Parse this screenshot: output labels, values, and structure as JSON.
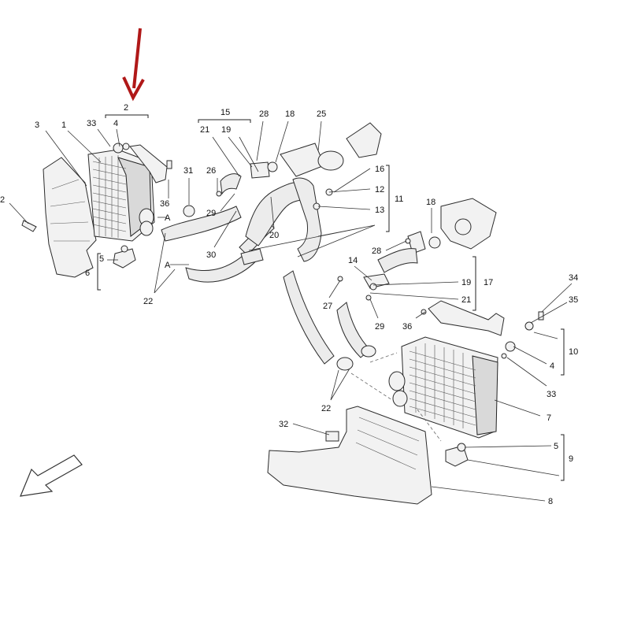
{
  "callouts": {
    "c2_top": "2",
    "c3": "3",
    "c1": "1",
    "c33_l": "33",
    "c4_l": "4",
    "c2_left": "2",
    "c36_l": "36",
    "cA1": "A",
    "cA2": "A",
    "c5_l": "5",
    "c6": "6",
    "c22_l": "22",
    "c15": "15",
    "c28_t": "28",
    "c18_t": "18",
    "c25": "25",
    "c21_t": "21",
    "c19_t": "19",
    "c31": "31",
    "c26": "26",
    "c29_t": "29",
    "c30": "30",
    "c20": "20",
    "c16": "16",
    "c12": "12",
    "c13": "13",
    "c11": "11",
    "c18_r": "18",
    "c28_r": "28",
    "c14": "14",
    "c19_r": "19",
    "c17": "17",
    "c21_r": "21",
    "c27": "27",
    "c29_r": "29",
    "c36_r": "36",
    "c34": "34",
    "c35": "35",
    "c10": "10",
    "c4_r": "4",
    "c33_r": "33",
    "c7": "7",
    "c22_b": "22",
    "c32": "32",
    "c5_r": "5",
    "c9": "9",
    "c8": "8"
  },
  "colors": {
    "arrow_red": "#b01818",
    "line": "#2b2b2b"
  },
  "icons": {
    "top_marker": "down-arrow-icon",
    "orientation": "direction-arrow-icon"
  }
}
